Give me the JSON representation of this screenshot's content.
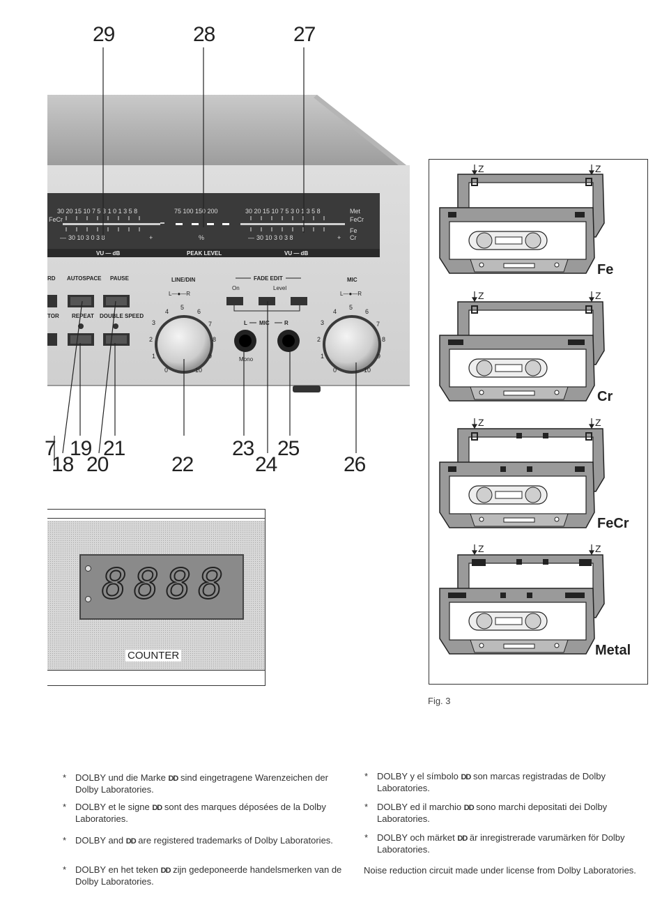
{
  "callouts": {
    "top": [
      "29",
      "28",
      "27"
    ],
    "bottom_row1": [
      "7",
      "19",
      "21",
      "22",
      "23",
      "25",
      "26"
    ],
    "bottom_row2": [
      "18",
      "20",
      "24"
    ]
  },
  "deck": {
    "meter_left_scale": "30 20 15 10 7 5 3 1 0 1 3 5 8",
    "meter_left_sub": "FeCr",
    "meter_left_lower": "30  10  3 0 3  8",
    "meter_right_scale": "30 20 15 10 7 5 3 0 1 3 5 8",
    "meter_right_metal": "Met",
    "meter_right_fecr": "FeCr",
    "meter_right_fe": "Fe",
    "meter_right_cr": "Cr",
    "meter_right_lower": "30  10  3 0 3  8",
    "peak_scale": "75  100  150  200",
    "peak_unit": "%",
    "label_vu_left": "VU — dB",
    "label_peak": "PEAK LEVEL",
    "label_vu_right": "VU — dB",
    "btn_rd": "RD",
    "btn_autospace": "AUTOSPACE",
    "btn_pause": "PAUSE",
    "btn_tor": "TOR",
    "btn_repeat": "REPEAT",
    "btn_double_speed": "DOUBLE SPEED",
    "line_din": "LINE/DIN",
    "line_din_lr": "L—●—R",
    "fade_edit": "FADE EDIT",
    "fade_on": "On",
    "fade_level": "Level",
    "mic_label": "MIC",
    "mic_lr": "L—●—R",
    "mic_l": "L",
    "mic_r": "R",
    "mono": "Mono",
    "knob_scale": [
      "0",
      "1",
      "2",
      "3",
      "4",
      "5",
      "6",
      "7",
      "8",
      "9",
      "10"
    ]
  },
  "counter": {
    "digits": "8888",
    "label": "COUNTER"
  },
  "figure": {
    "caption": "Fig. 3",
    "z": "Z",
    "cassettes": [
      "Fe",
      "Cr",
      "FeCr",
      "Metal"
    ]
  },
  "footnotes": {
    "de": [
      "DOLBY und die Marke",
      "sind eingetragene Warenzeichen der Dolby Laboratories."
    ],
    "fr": [
      "DOLBY et le signe",
      "sont des marques déposées de la Dolby Laboratories."
    ],
    "en": [
      "DOLBY and",
      "are registered trademarks of Dolby Laboratories."
    ],
    "nl": [
      "DOLBY en het teken",
      "zijn gedeponeerde handelsmerken van de Dolby Laboratories."
    ],
    "es": [
      "DOLBY y el símbolo",
      "son marcas registradas de Dolby Laboratories."
    ],
    "it": [
      "DOLBY ed il marchio",
      "sono marchi depositati dei Dolby Laboratories."
    ],
    "sv": [
      "DOLBY och märket",
      "är inregistrerade varumärken för Dolby Laboratories."
    ],
    "license": "Noise reduction circuit made under license from Dolby Laboratories.",
    "star": "*",
    "dd": "DD"
  }
}
